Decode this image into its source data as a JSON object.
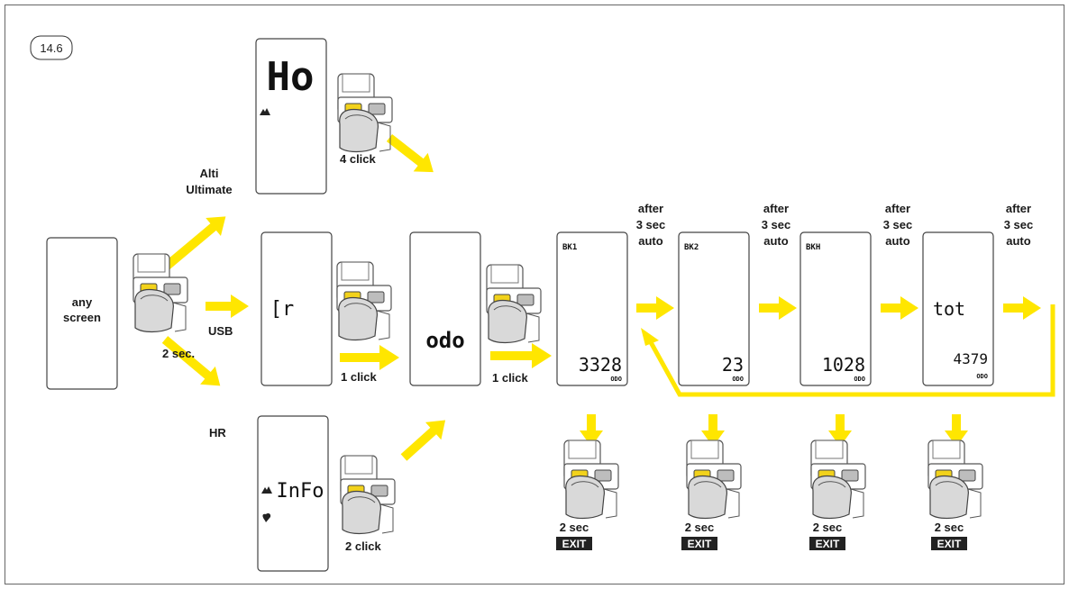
{
  "figure_number": "14.6",
  "start": {
    "line1": "any",
    "line2": "screen"
  },
  "hold": "2 sec.",
  "branches": {
    "alti": {
      "line1": "Alti",
      "line2": "Ultimate"
    },
    "usb": "USB",
    "hr": "HR"
  },
  "screens": {
    "ho": "Ho",
    "cr": "[r",
    "info": "InFo",
    "odo": "odo",
    "bk1": {
      "header": "BK1",
      "value": "3328",
      "unit": "ODO"
    },
    "bk2": {
      "header": "BK2",
      "value": "23",
      "unit": "ODO"
    },
    "bkh": {
      "header": "BKH",
      "value": "1028",
      "unit": "ODO"
    },
    "tot": {
      "title": "tot",
      "value": "4379",
      "unit": "ODO"
    }
  },
  "clicks": {
    "four": "4 click",
    "one_a": "1 click",
    "two": "2 click",
    "one_b": "1 click"
  },
  "auto": {
    "line1": "after",
    "line2": "3 sec",
    "line3": "auto"
  },
  "exit_steps": [
    {
      "duration": "2 sec",
      "action": "EXIT"
    },
    {
      "duration": "2 sec",
      "action": "EXIT"
    },
    {
      "duration": "2 sec",
      "action": "EXIT"
    },
    {
      "duration": "2 sec",
      "action": "EXIT"
    }
  ],
  "colors": {
    "arrow": "#ffe600",
    "button": "#f2d21b",
    "frame": "#555555",
    "exit_bg": "#222222"
  }
}
